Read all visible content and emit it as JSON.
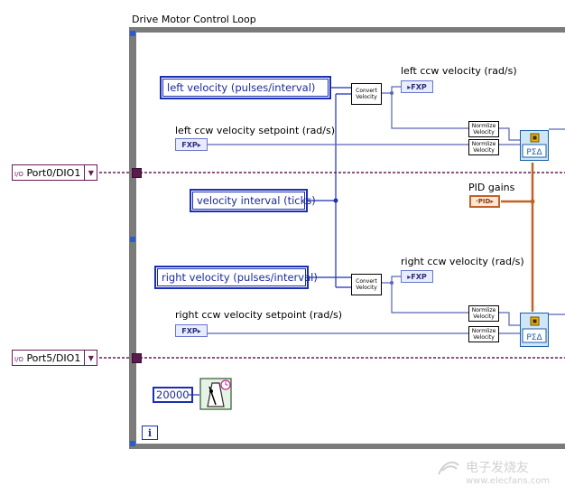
{
  "loop": {
    "title": "Drive Motor Control Loop",
    "iteration_terminal": "i"
  },
  "controls": {
    "left_velocity": "left velocity (pulses/interval)",
    "velocity_interval": "velocity interval (ticks)",
    "right_velocity": "right velocity (pulses/interval)"
  },
  "labels": {
    "left_ccw_velocity": "left ccw velocity (rad/s)",
    "left_setpoint": "left ccw velocity setpoint (rad/s)",
    "pid_gains": "PID gains",
    "right_ccw_velocity": "right ccw velocity (rad/s)",
    "right_setpoint": "right ccw velocity setpoint (rad/s)"
  },
  "terminals": {
    "fxp": "FXP",
    "fxp_indicator": "▸FXP",
    "fxp_control": "FXP▸",
    "pid": "·PID▸"
  },
  "subvis": {
    "convert_velocity": "Convert Velocity",
    "normalize_velocity": "Normlize Velocity",
    "pid_icon": "PΣΔ"
  },
  "ports": {
    "port0": "Port0/DIO1",
    "port5": "Port5/DIO1",
    "port_prefix": "I/O"
  },
  "constants": {
    "wait_ticks": "20000"
  },
  "watermark": {
    "main": "电子发烧友",
    "sub": "www.elecfans.com"
  },
  "colors": {
    "loop_frame": "#7b7b7b",
    "numeric_wire": "#1c2fb3",
    "fxp_wire": "#5b63b8",
    "io_wire": "#6b1a5a",
    "cluster_wire": "#c0622a"
  }
}
